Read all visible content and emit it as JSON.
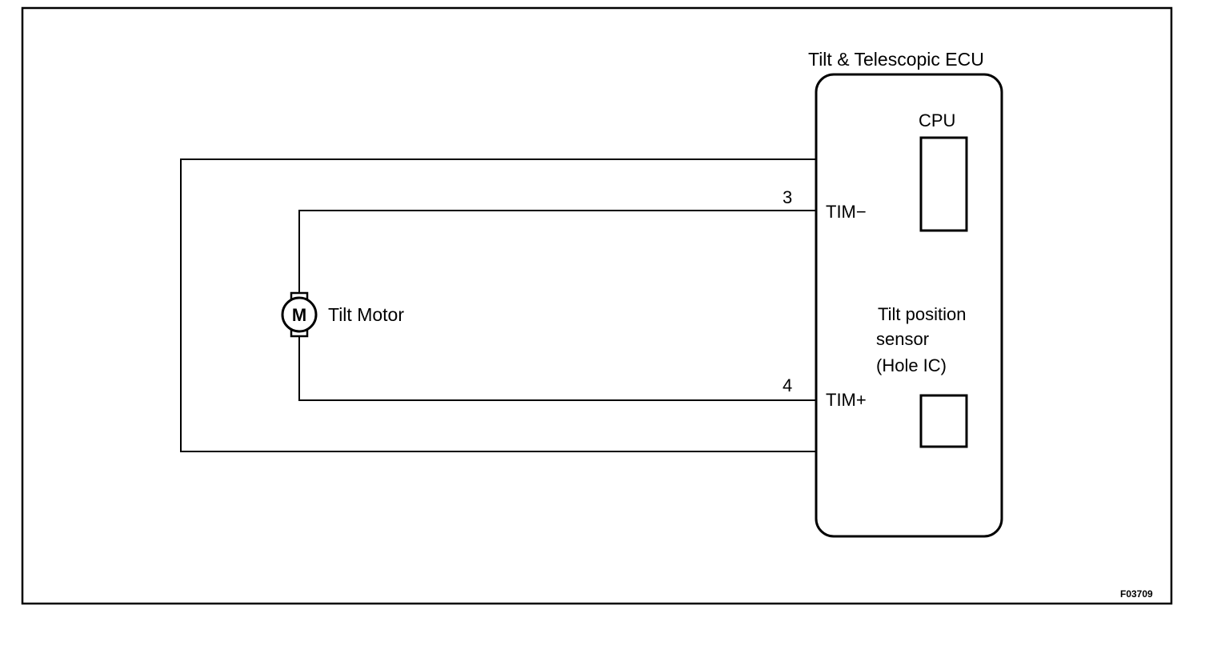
{
  "ecu": {
    "title": "Tilt & Telescopic ECU",
    "cpu_label": "CPU",
    "sensor_label_line1": "Tilt position",
    "sensor_label_line2": "sensor",
    "sensor_label_line3": "(Hole IC)"
  },
  "motor": {
    "symbol_letter": "M",
    "label": "Tilt Motor",
    "icon": "dc-motor-icon"
  },
  "terminals": [
    {
      "pin": "3",
      "name": "TIM−"
    },
    {
      "pin": "4",
      "name": "TIM+"
    }
  ],
  "figure_code": "F03709"
}
